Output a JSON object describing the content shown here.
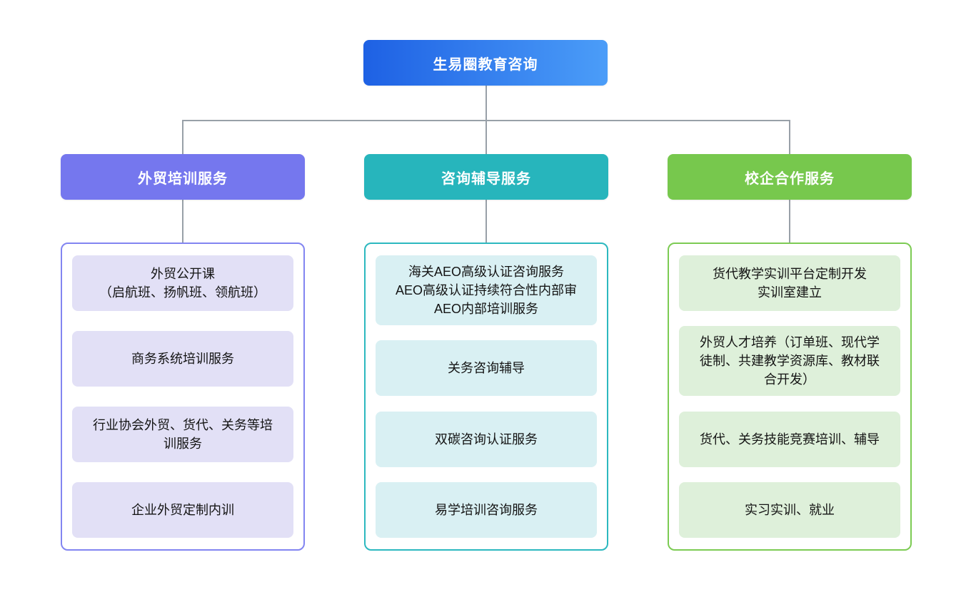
{
  "root": {
    "label": "生易圈教育咨询",
    "gradient_start": "#1e61e4",
    "gradient_end": "#4b9df8"
  },
  "connector_color": "#98a0a8",
  "branches": [
    {
      "label": "外贸培训服务",
      "colors": {
        "header": "#7577ee",
        "border": "#8285f1",
        "item_bg": "#e2e0f6"
      },
      "items": [
        "外贸公开课\n（启航班、扬帆班、领航班）",
        "商务系统培训服务",
        "行业协会外贸、货代、关务等培训服务",
        "企业外贸定制内训"
      ]
    },
    {
      "label": "咨询辅导服务",
      "colors": {
        "header": "#27b5bc",
        "border": "#2cb8bf",
        "item_bg": "#d9f0f3"
      },
      "items": [
        "海关AEO高级认证咨询服务\nAEO高级认证持续符合性内部审\nAEO内部培训服务",
        "关务咨询辅导",
        "双碳咨询认证服务",
        "易学培训咨询服务"
      ]
    },
    {
      "label": "校企合作服务",
      "colors": {
        "header": "#77c84d",
        "border": "#7ccb53",
        "item_bg": "#def0da"
      },
      "items": [
        "货代教学实训平台定制开发\n实训室建立",
        "外贸人才培养（订单班、现代学徒制、共建教学资源库、教材联合开发）",
        "货代、关务技能竞赛培训、辅导",
        "实习实训、就业"
      ]
    }
  ]
}
